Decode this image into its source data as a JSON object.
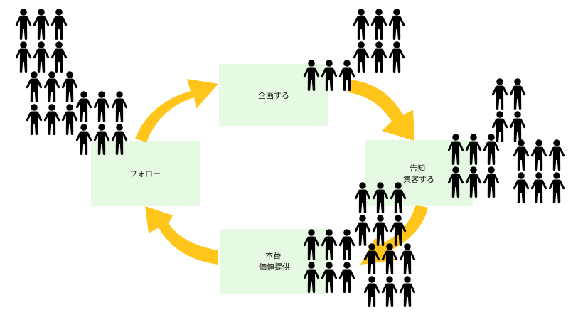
{
  "colors": {
    "box_fill": "#e6f9e2",
    "arrow": "#ffc51a",
    "figure": "#000000",
    "background": "#ffffff"
  },
  "nodes": {
    "plan": {
      "lines": [
        "企画する"
      ]
    },
    "announce": {
      "lines": [
        "告知",
        "集客する"
      ]
    },
    "deliver": {
      "lines": [
        "本番",
        "価値提供"
      ]
    },
    "follow": {
      "lines": [
        "フォロー"
      ]
    }
  },
  "icons": [
    "person-icon",
    "curved-arrow-icon"
  ]
}
